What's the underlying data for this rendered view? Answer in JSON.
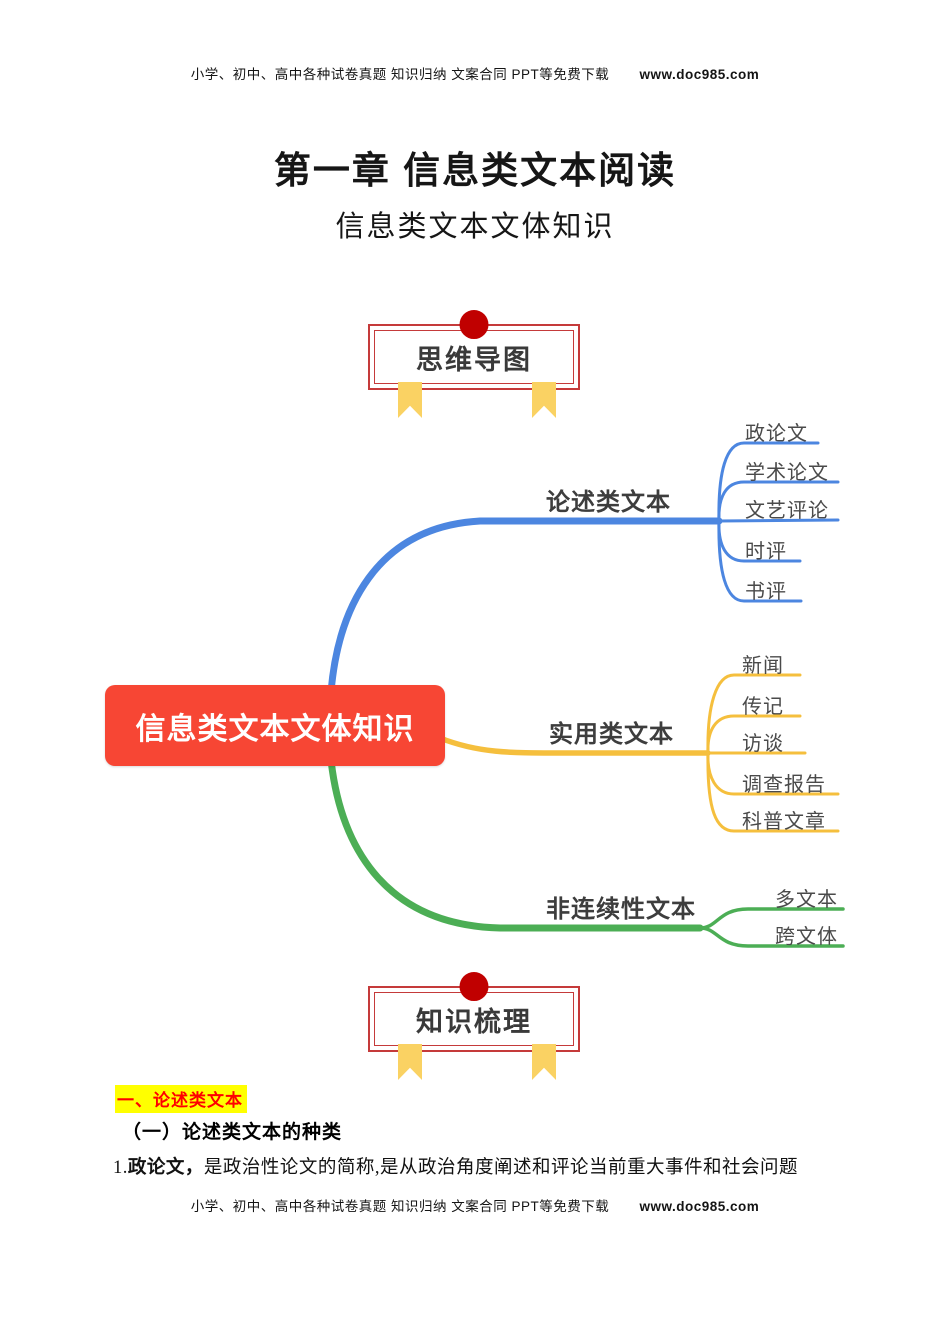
{
  "header": {
    "promo": "小学、初中、高中各种试卷真题 知识归纳 文案合同 PPT等免费下载",
    "site": "www.doc985.com"
  },
  "footer": {
    "promo": "小学、初中、高中各种试卷真题 知识归纳 文案合同 PPT等免费下载",
    "site": "www.doc985.com"
  },
  "titles": {
    "chapter": "第一章 信息类文本阅读",
    "subtitle": "信息类文本文体知识"
  },
  "badges": {
    "mindmap": "思维导图",
    "knowledge": "知识梳理"
  },
  "mindmap": {
    "root": "信息类文本文体知识",
    "root_color": "#F74634",
    "branches": [
      {
        "label": "论述类文本",
        "color": "#4C86E0",
        "children": [
          "政论文",
          "学术论文",
          "文艺评论",
          "时评",
          "书评"
        ]
      },
      {
        "label": "实用类文本",
        "color": "#F5BF3D",
        "children": [
          "新闻",
          "传记",
          "访谈",
          "调查报告",
          "科普文章"
        ]
      },
      {
        "label": "非连续性文本",
        "color": "#4CAE55",
        "children": [
          "多文本",
          "跨文体"
        ]
      }
    ]
  },
  "content": {
    "section_heading": "一、论述类文本",
    "subsection_heading": "（一）论述类文本的种类",
    "paragraph_num": "1.",
    "paragraph_term": "政论文，",
    "paragraph_body": "是政治性论文的简称,是从政治角度阐述和评论当前重大事件和社会问题"
  },
  "colors": {
    "badge_border": "#C53A3A",
    "badge_dot": "#C00000",
    "ribbon": "#FAD263",
    "highlight_bg": "#FFFF00",
    "highlight_text": "#FF0000"
  }
}
